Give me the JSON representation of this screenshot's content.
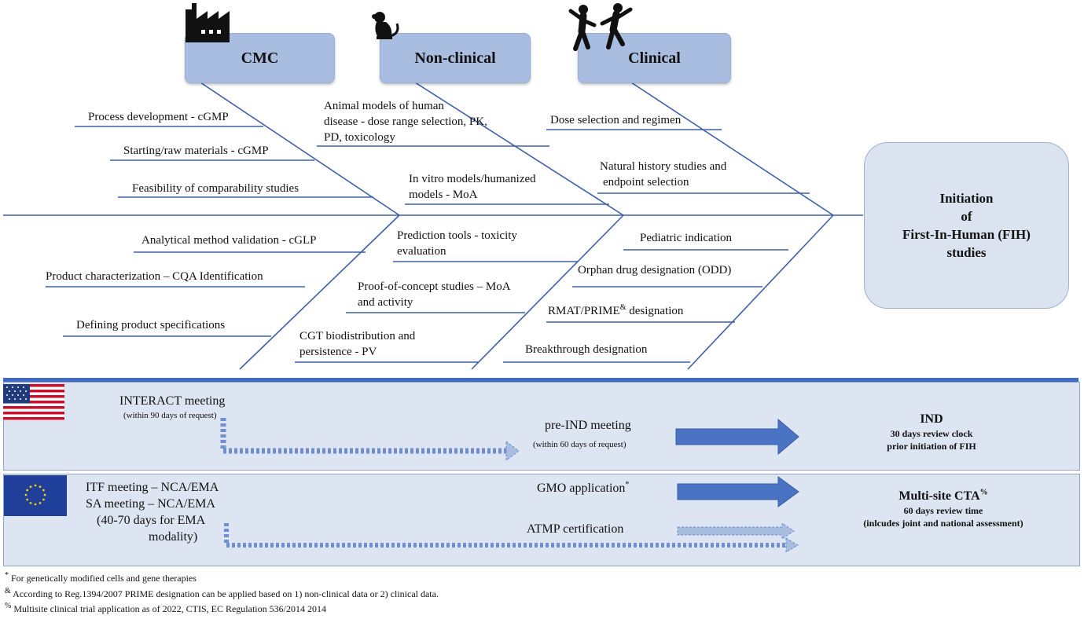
{
  "categories": {
    "cmc": "CMC",
    "nonclinical": "Non-clinical",
    "clinical": "Clinical"
  },
  "icons": [
    "factory-icon",
    "monkey-icon",
    "people-icon",
    "us-flag-icon",
    "eu-flag-icon"
  ],
  "cmc_items": {
    "process": "Process development - cGMP",
    "starting": "Starting/raw materials - cGMP",
    "feasibility": "Feasibility of comparability studies",
    "analytical": "Analytical method validation - cGLP",
    "characterization": "Product characterization – CQA Identification",
    "specifications": "Defining product specifications"
  },
  "nonclinical_items": {
    "animal_1": "Animal models of  human",
    "animal_2": "disease - dose range selection, PK,",
    "animal_3": "PD, toxicology",
    "invitro_1": "In vitro models/humanized",
    "invitro_2": "models - MoA",
    "prediction_1": "Prediction tools - toxicity",
    "prediction_2": "evaluation",
    "poc_1": "Proof-of-concept studies – MoA",
    "poc_2": "and activity",
    "cgt_1": "CGT biodistribution and",
    "cgt_2": "persistence - PV"
  },
  "clinical_items": {
    "dose": "Dose selection and regimen",
    "natural_1": "Natural history studies and",
    "natural_2": "endpoint selection",
    "pediatric": "Pediatric indication",
    "orphan": "Orphan drug designation (ODD)",
    "rmat": "RMAT/PRIME",
    "rmat_sup": "&",
    "rmat_tail": " designation",
    "breakthrough": "Breakthrough designation"
  },
  "target": {
    "line1": "Initiation",
    "line2": "of",
    "line3": "First-In-Human (FIH)",
    "line4": "studies"
  },
  "us_panel": {
    "interact": "INTERACT meeting",
    "interact_note": "(within 90 days of request)",
    "preind": "pre-IND meeting",
    "preind_note": "(within 60 days of request)",
    "ind_title": "IND",
    "ind_line1": "30 days review clock",
    "ind_line2": "prior initiation of FIH"
  },
  "eu_panel": {
    "itf": "ITF meeting – NCA/EMA",
    "sa": "SA meeting – NCA/EMA",
    "days_1": "(40-70 days for EMA",
    "days_2": "modality)",
    "gmo": "GMO application",
    "gmo_sup": "*",
    "atmp": "ATMP certification",
    "cta_title": "Multi-site CTA",
    "cta_sup": "%",
    "cta_line1": "60 days review time",
    "cta_line2": "(inlcudes joint and national assessment)"
  },
  "footnotes": {
    "f1_mark": "*",
    "f1": " For genetically modified cells and gene therapies",
    "f2_mark": "&",
    "f2": " According to Reg.1394/2007 PRIME designation can be applied based on 1) non-clinical data or 2) clinical data.",
    "f3_mark": "%",
    "f3": " Multisite clinical trial application  as of 2022, CTIS, EC Regulation 536/2014 2014"
  },
  "colors": {
    "category_fill": "#a9bde0",
    "line": "#3f5fa8",
    "panel_fill": "#dde5f2",
    "arrow": "#4a73c4",
    "target_fill": "#dbe3f1"
  }
}
